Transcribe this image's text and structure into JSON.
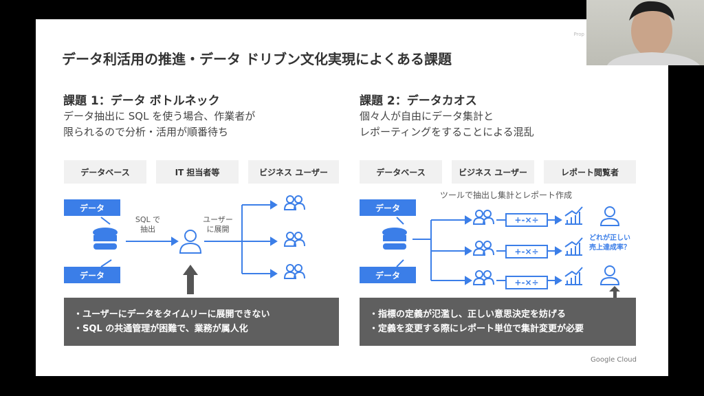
{
  "slide": {
    "corner_text": "Prop",
    "title": "データ利活用の推進・データ ドリブン文化実現によくある課題",
    "left": {
      "heading": "課題 1：データ ボトルネック",
      "subtitle": [
        "データ抽出に SQL を使う場合、作業者が",
        "限られるので分析・活用が順番待ち"
      ],
      "headers": [
        "データベース",
        "IT 担当者等",
        "ビジネス ユーザー"
      ],
      "data_label": "データ",
      "sql_label": [
        "SQL で",
        "抽出"
      ],
      "deploy_label": [
        "ユーザー",
        "に展開"
      ],
      "issues": [
        "・ユーザーにデータをタイムリーに展開できない",
        "・SQL の共通管理が困難で、業務が属人化"
      ]
    },
    "right": {
      "heading": "課題 2：データカオス",
      "subtitle": [
        "個々人が自由にデータ集計と",
        "レポーティングをすることによる混乱"
      ],
      "headers": [
        "データベース",
        "ビジネス ユーザー",
        "レポート閲覧者"
      ],
      "data_label": "データ",
      "tool_label": "ツールで抽出し集計とレポート作成",
      "calc_label": "+-×÷",
      "question": [
        "どれが正しい",
        "売上達成率？"
      ],
      "issues": [
        "・指標の定義が氾濫し、正しい意思決定を妨げる",
        "・定義を変更する際にレポート単位で集計変更が必要"
      ]
    },
    "logo": "Google Cloud"
  },
  "colors": {
    "accent": "#3b7ee8",
    "dark": "#5f5f5f"
  }
}
